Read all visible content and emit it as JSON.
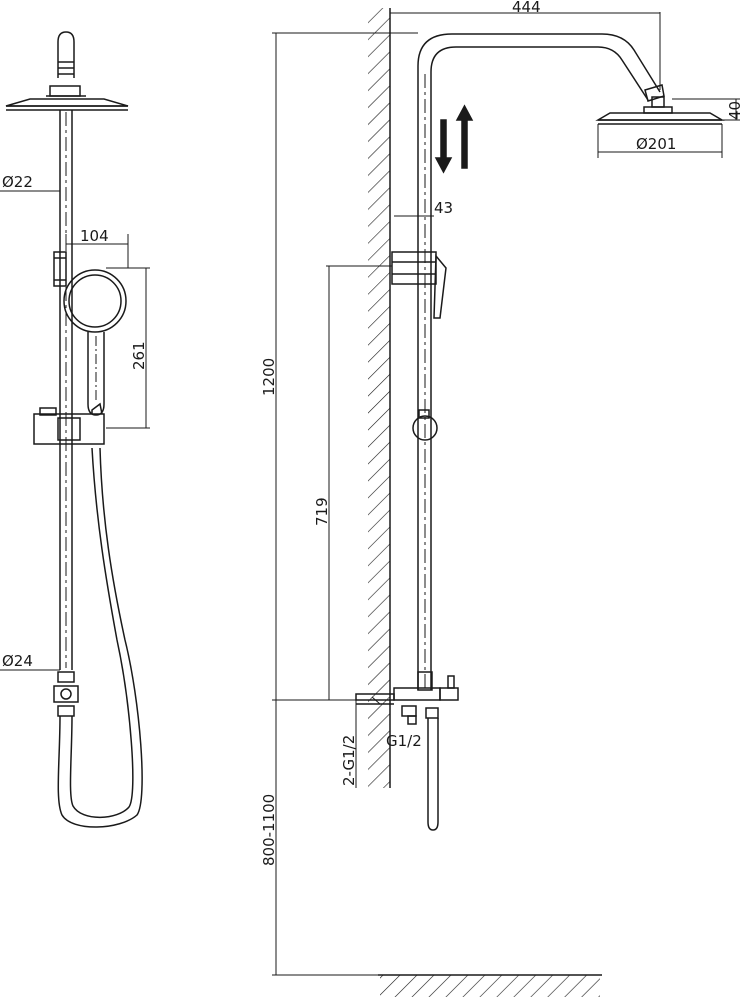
{
  "dimensions": {
    "arm_length": "444",
    "head_height": "40",
    "head_diameter": "Ø201",
    "wall_offset": "43",
    "total_height": "1200",
    "rod_diameter_top": "Ø22",
    "handshower_width": "104",
    "handshower_length": "261",
    "holder_height": "719",
    "rod_diameter_bottom": "Ø24",
    "inlet_thread": "2-G1/2",
    "outlet_thread": "G1/2",
    "mount_height": "800-1100"
  },
  "colors": {
    "line": "#1a1a1a",
    "background": "#ffffff"
  }
}
